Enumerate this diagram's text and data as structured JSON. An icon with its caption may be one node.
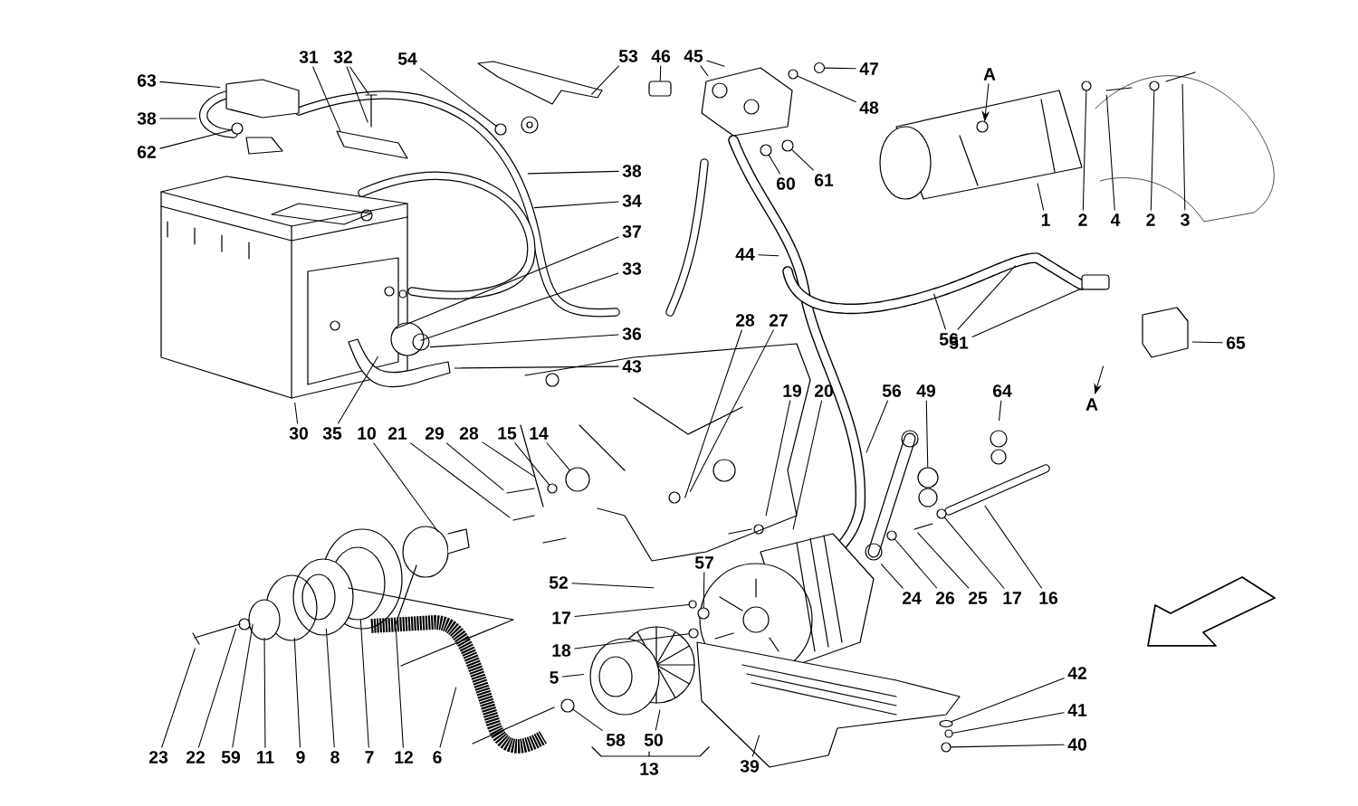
{
  "diagram": {
    "nodes": [
      {
        "text": [
          "63"
        ]
      },
      {
        "text": [
          "31"
        ]
      },
      {
        "text": [
          "32"
        ]
      },
      {
        "text": [
          "54"
        ]
      },
      {
        "text": [
          "53"
        ]
      },
      {
        "text": [
          "46"
        ]
      },
      {
        "text": [
          "45"
        ]
      },
      {
        "text": [
          "47"
        ]
      },
      {
        "text": [
          "A"
        ]
      },
      {
        "text": [
          "48"
        ]
      },
      {
        "text": [
          "38"
        ]
      },
      {
        "text": [
          "62"
        ]
      },
      {
        "text": [
          "38"
        ]
      },
      {
        "text": [
          "60"
        ]
      },
      {
        "text": [
          "61"
        ]
      },
      {
        "text": [
          "34"
        ]
      },
      {
        "text": [
          "1"
        ]
      },
      {
        "text": [
          "2"
        ]
      },
      {
        "text": [
          "4"
        ]
      },
      {
        "text": [
          "2"
        ]
      },
      {
        "text": [
          "3"
        ]
      },
      {
        "text": [
          "37"
        ]
      },
      {
        "text": [
          "44"
        ]
      },
      {
        "text": [
          "33"
        ]
      },
      {
        "text": [
          "28"
        ]
      },
      {
        "text": [
          "27"
        ]
      },
      {
        "text": [
          "36"
        ]
      },
      {
        "text": [
          "56"
        ]
      },
      {
        "text": [
          "51"
        ]
      },
      {
        "text": [
          "65"
        ]
      },
      {
        "text": [
          "43"
        ]
      },
      {
        "text": [
          "19"
        ]
      },
      {
        "text": [
          "20"
        ]
      },
      {
        "text": [
          "56"
        ]
      },
      {
        "text": [
          "49"
        ]
      },
      {
        "text": [
          "64"
        ]
      },
      {
        "text": [
          "A"
        ]
      },
      {
        "text": [
          "30"
        ]
      },
      {
        "text": [
          "35"
        ]
      },
      {
        "text": [
          "10"
        ]
      },
      {
        "text": [
          "21"
        ]
      },
      {
        "text": [
          "29"
        ]
      },
      {
        "text": [
          "28"
        ]
      },
      {
        "text": [
          "15"
        ]
      },
      {
        "text": [
          "14"
        ]
      },
      {
        "text": [
          "52"
        ]
      },
      {
        "text": [
          "57"
        ]
      },
      {
        "text": [
          "24"
        ]
      },
      {
        "text": [
          "26"
        ]
      },
      {
        "text": [
          "25"
        ]
      },
      {
        "text": [
          "17"
        ]
      },
      {
        "text": [
          "16"
        ]
      },
      {
        "text": [
          "17"
        ]
      },
      {
        "text": [
          "18"
        ]
      },
      {
        "text": [
          "42"
        ]
      },
      {
        "text": [
          "5"
        ]
      },
      {
        "text": [
          "41"
        ]
      },
      {
        "text": [
          "58"
        ]
      },
      {
        "text": [
          "50"
        ]
      },
      {
        "text": [
          "40"
        ]
      },
      {
        "text": [
          "23"
        ]
      },
      {
        "text": [
          "22"
        ]
      },
      {
        "text": [
          "59"
        ]
      },
      {
        "text": [
          "11"
        ]
      },
      {
        "text": [
          "9"
        ]
      },
      {
        "text": [
          "8"
        ]
      },
      {
        "text": [
          "7"
        ]
      },
      {
        "text": [
          "12"
        ]
      },
      {
        "text": [
          "6"
        ]
      },
      {
        "text": [
          "39"
        ]
      },
      {
        "text": [],
        "shape": "circle"
      },
      {
        "text": [],
        "shape": "circle"
      },
      {
        "text": [],
        "shape": "box"
      },
      {
        "text": [],
        "shape": "circle"
      },
      {
        "text": [],
        "shape": "circle"
      },
      {
        "text": [],
        "shape": "circle"
      },
      {
        "text": [],
        "shape": "circle"
      },
      {
        "text": [],
        "shape": "circle"
      },
      {
        "text": [],
        "shape": "box"
      },
      {
        "text": [],
        "shape": "circle"
      },
      {
        "text": [],
        "shape": "circle"
      },
      {
        "text": [],
        "shape": "circle"
      },
      {
        "text": [],
        "shape": "circle"
      },
      {
        "text": [],
        "shape": "circle"
      },
      {
        "text": [],
        "shape": "circle"
      },
      {
        "text": [],
        "shape": "circle"
      },
      {
        "text": [],
        "shape": "circle"
      },
      {
        "text": [],
        "shape": "circle"
      },
      {
        "text": [],
        "shape": "circle"
      },
      {
        "text": [],
        "shape": "circle"
      },
      {
        "text": [],
        "shape": "circle"
      },
      {
        "text": [],
        "shape": "circle"
      }
    ],
    "edges": [
      {
        "from": 0,
        "to": null,
        "arrow": "none"
      },
      {
        "from": 1,
        "to": null,
        "arrow": "none"
      },
      {
        "from": 2,
        "to": null,
        "arrow": "none"
      },
      {
        "from": 2,
        "to": null,
        "arrow": "none"
      },
      {
        "from": 3,
        "to": 71,
        "arrow": "none"
      },
      {
        "from": 4,
        "to": null,
        "arrow": "none"
      },
      {
        "from": 5,
        "to": 72,
        "arrow": "none"
      },
      {
        "from": 6,
        "to": null,
        "arrow": "none"
      },
      {
        "from": 6,
        "to": null,
        "arrow": "none"
      },
      {
        "from": 7,
        "to": 90,
        "arrow": "none"
      },
      {
        "from": 8,
        "to": null,
        "arrow": "to"
      },
      {
        "from": 9,
        "to": 73,
        "arrow": "none"
      },
      {
        "from": 10,
        "to": null,
        "arrow": "none"
      },
      {
        "from": 11,
        "to": 70,
        "arrow": "none"
      },
      {
        "from": 12,
        "to": null,
        "arrow": "none"
      },
      {
        "from": 13,
        "to": 74,
        "arrow": "none"
      },
      {
        "from": 14,
        "to": 75,
        "arrow": "none"
      },
      {
        "from": 15,
        "to": null,
        "arrow": "none"
      },
      {
        "from": 16,
        "to": null,
        "arrow": "none"
      },
      {
        "from": 17,
        "to": 76,
        "arrow": "none"
      },
      {
        "from": 18,
        "to": null,
        "arrow": "none"
      },
      {
        "from": 19,
        "to": 77,
        "arrow": "none"
      },
      {
        "from": 20,
        "to": null,
        "arrow": "none"
      },
      {
        "from": 21,
        "to": null,
        "arrow": "none"
      },
      {
        "from": 22,
        "to": null,
        "arrow": "none"
      },
      {
        "from": 23,
        "to": null,
        "arrow": "none"
      },
      {
        "from": 24,
        "to": null,
        "arrow": "none"
      },
      {
        "from": 25,
        "to": null,
        "arrow": "none"
      },
      {
        "from": 26,
        "to": null,
        "arrow": "none"
      },
      {
        "from": 27,
        "to": null,
        "arrow": "none"
      },
      {
        "from": 27,
        "to": null,
        "arrow": "none"
      },
      {
        "from": 28,
        "to": 78,
        "arrow": "none"
      },
      {
        "from": 29,
        "to": null,
        "arrow": "none"
      },
      {
        "from": 30,
        "to": null,
        "arrow": "none"
      },
      {
        "from": 31,
        "to": null,
        "arrow": "none"
      },
      {
        "from": 32,
        "to": null,
        "arrow": "none"
      },
      {
        "from": 33,
        "to": null,
        "arrow": "none"
      },
      {
        "from": 34,
        "to": 79,
        "arrow": "none"
      },
      {
        "from": 35,
        "to": null,
        "arrow": "none"
      },
      {
        "from": null,
        "to": 36,
        "arrow": "to"
      },
      {
        "from": 37,
        "to": null,
        "arrow": "none"
      },
      {
        "from": 38,
        "to": null,
        "arrow": "none"
      },
      {
        "from": 39,
        "to": null,
        "arrow": "none"
      },
      {
        "from": 40,
        "to": null,
        "arrow": "none"
      },
      {
        "from": 41,
        "to": null,
        "arrow": "none"
      },
      {
        "from": 42,
        "to": null,
        "arrow": "none"
      },
      {
        "from": 43,
        "to": 80,
        "arrow": "none"
      },
      {
        "from": 44,
        "to": 81,
        "arrow": "none"
      },
      {
        "from": 45,
        "to": null,
        "arrow": "none"
      },
      {
        "from": 46,
        "to": 86,
        "arrow": "none"
      },
      {
        "from": 47,
        "to": null,
        "arrow": "none"
      },
      {
        "from": 48,
        "to": 82,
        "arrow": "none"
      },
      {
        "from": 49,
        "to": null,
        "arrow": "none"
      },
      {
        "from": 50,
        "to": 83,
        "arrow": "none"
      },
      {
        "from": 51,
        "to": null,
        "arrow": "none"
      },
      {
        "from": 52,
        "to": 85,
        "arrow": "none"
      },
      {
        "from": 53,
        "to": 91,
        "arrow": "none"
      },
      {
        "from": 54,
        "to": 87,
        "arrow": "none"
      },
      {
        "from": 55,
        "to": null,
        "arrow": "none"
      },
      {
        "from": 56,
        "to": 88,
        "arrow": "none"
      },
      {
        "from": 57,
        "to": 84,
        "arrow": "none"
      },
      {
        "from": 58,
        "to": null,
        "arrow": "none"
      },
      {
        "from": 59,
        "to": 89,
        "arrow": "none"
      },
      {
        "from": 60,
        "to": null,
        "arrow": "none"
      },
      {
        "from": 61,
        "to": null,
        "arrow": "none"
      },
      {
        "from": 62,
        "to": null,
        "arrow": "none"
      },
      {
        "from": 63,
        "to": null,
        "arrow": "none"
      },
      {
        "from": 64,
        "to": null,
        "arrow": "none"
      },
      {
        "from": 65,
        "to": null,
        "arrow": "none"
      },
      {
        "from": 66,
        "to": null,
        "arrow": "none"
      },
      {
        "from": 67,
        "to": null,
        "arrow": "none"
      },
      {
        "from": 68,
        "to": null,
        "arrow": "none"
      },
      {
        "from": 69,
        "to": null,
        "arrow": "none"
      }
    ],
    "labels": [
      "13"
    ]
  }
}
